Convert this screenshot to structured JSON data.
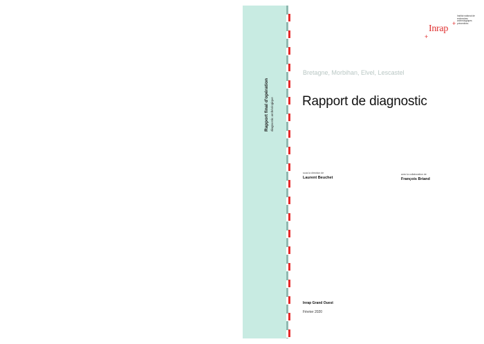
{
  "spine": {
    "title": "Rapport final d'opération",
    "subtitle": "diagnostic archéologique"
  },
  "logo": {
    "name": "Inrap",
    "tagline": "Institut national de recherches archéologiques préventives"
  },
  "cover": {
    "location": "Bretagne, Morbihan, Elvel, Lescastel",
    "title": "Rapport de diagnostic",
    "direction_label": "sous la direction de",
    "director": "Laurent Beuchet",
    "collaboration_label": "avec la collaboration de",
    "collaborator": "François Briand",
    "organization": "Inrap Grand Ouest",
    "date": "Février 2020"
  },
  "colors": {
    "spine_background": "#c8ebe2",
    "accent_red": "#e52a2a",
    "location_grey": "#b9c7c4"
  }
}
